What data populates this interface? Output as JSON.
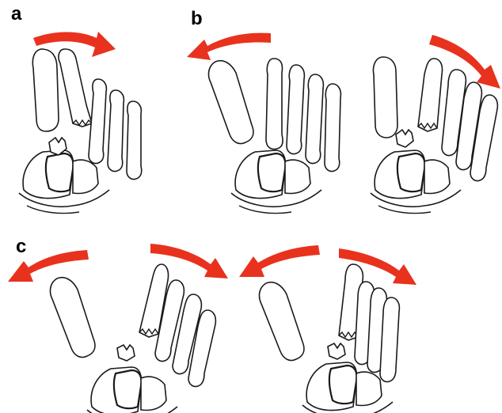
{
  "figure": {
    "panels": [
      {
        "label": "a"
      },
      {
        "label": "b"
      },
      {
        "label": "c"
      }
    ]
  },
  "colors": {
    "arrow": "#e8321e",
    "bone_stroke": "#1a1a1a",
    "bone_fill": "#ffffff"
  },
  "icons": {
    "arrow": "curved-arrow-icon",
    "bone": "metatarsal-bone-icon"
  }
}
